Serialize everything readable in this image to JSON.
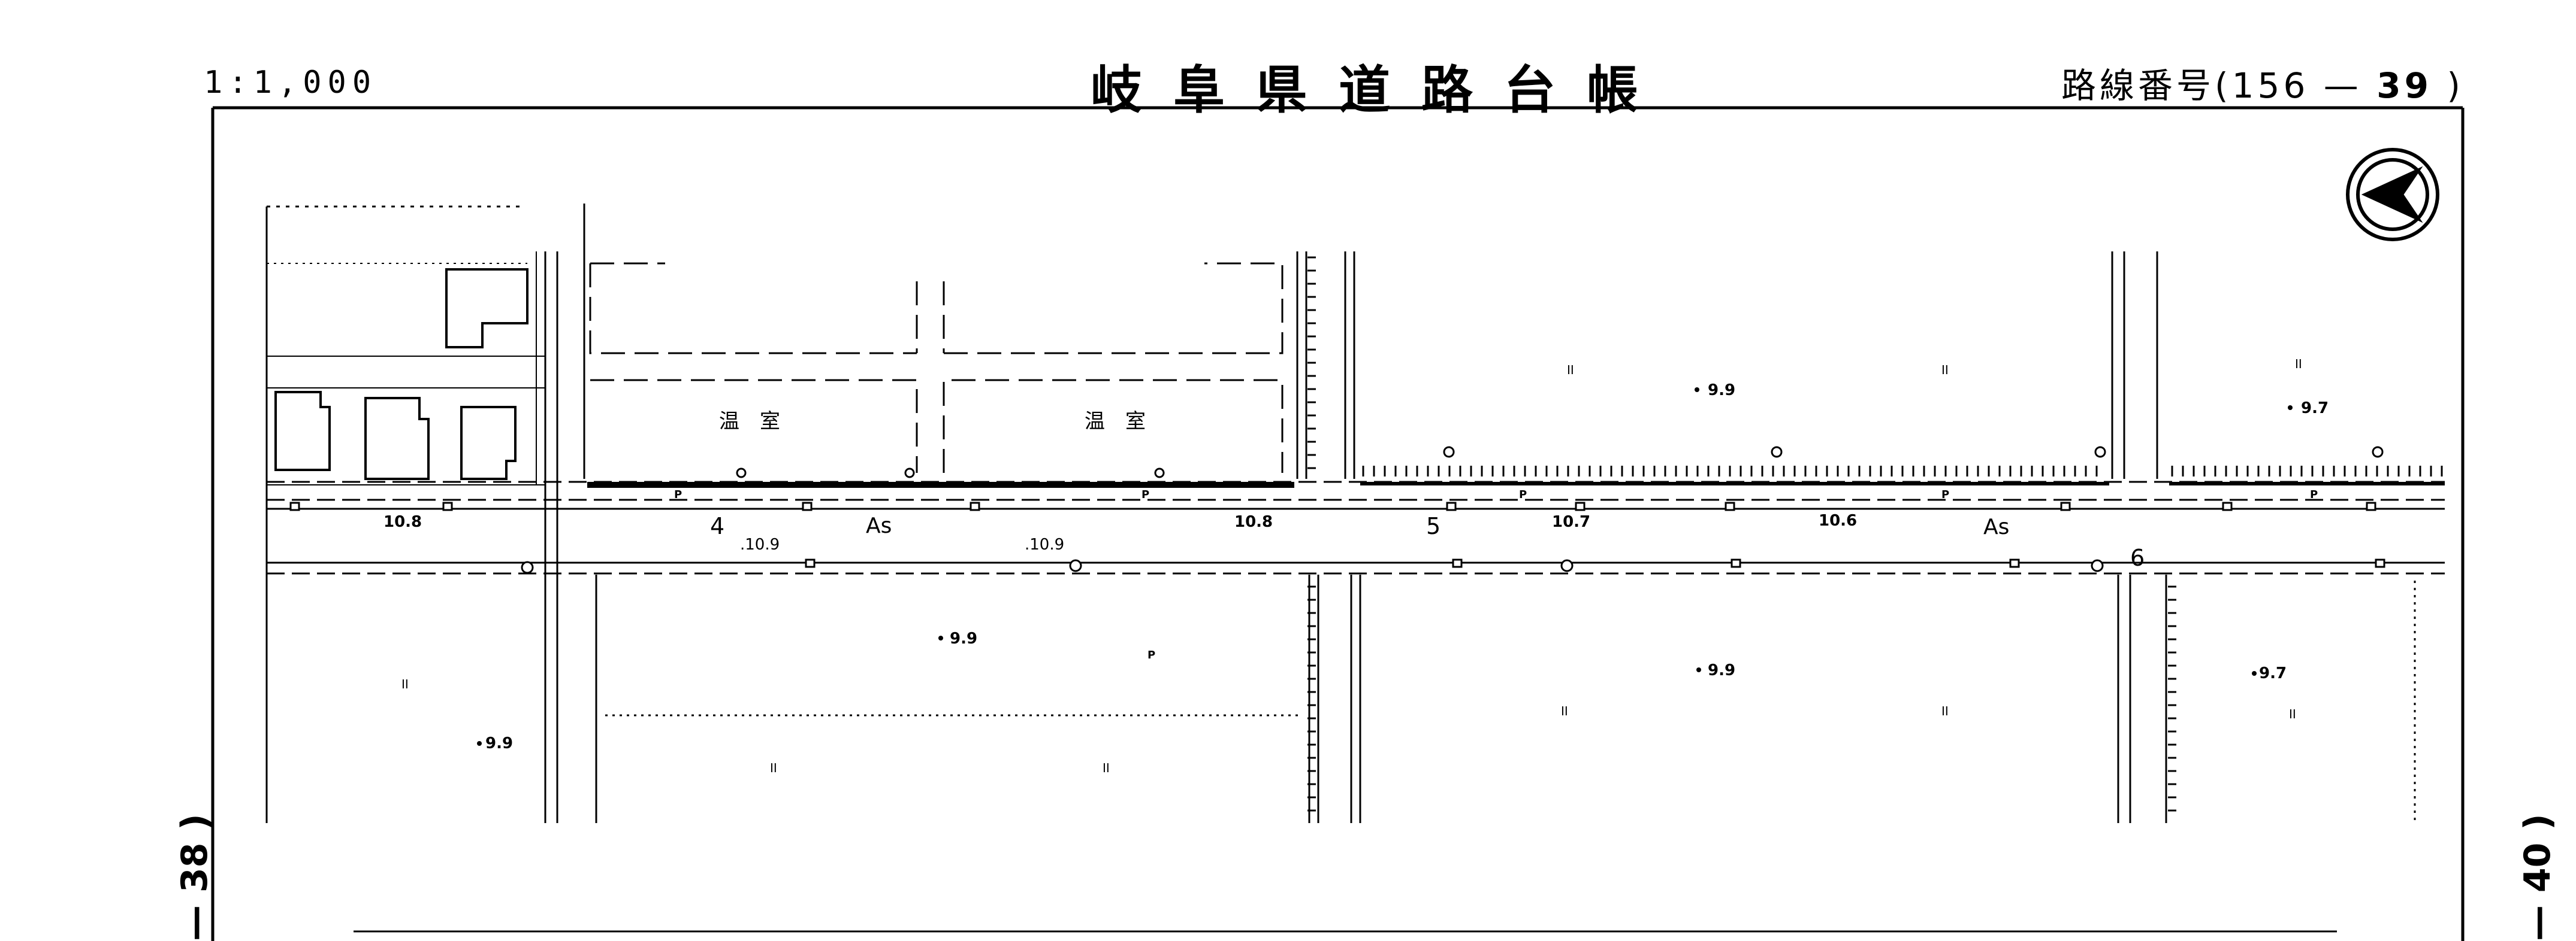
{
  "header": {
    "scale": "1:1,000",
    "title": "岐阜県道路台帳",
    "route_prefix": "路線番号(",
    "route_main": "156",
    "route_dash": " — ",
    "route_sheet": "39",
    "route_suffix": " )"
  },
  "side_labels": {
    "left": "— 38 )",
    "right": "— 40 )"
  },
  "map": {
    "greenhouse_labels": [
      "温　室",
      "温　室"
    ],
    "surface_labels": [
      "As",
      "As"
    ],
    "station_numbers": [
      "4",
      "5",
      "6"
    ],
    "elevations_road": [
      "10.8",
      ".10.9",
      ".10.9",
      "10.8",
      "10.7",
      "10.6"
    ],
    "elevations_field": [
      "9.9",
      "9.7",
      "9.9",
      "9.9",
      "9.7",
      "9.9"
    ],
    "field_marks": [
      "II",
      "II",
      "II",
      "II",
      "II",
      "II",
      "II",
      "II",
      "II"
    ],
    "small_labels": [
      "P",
      "P",
      "P",
      "P",
      "P",
      "P"
    ],
    "north_symbol": "north-arrow"
  }
}
